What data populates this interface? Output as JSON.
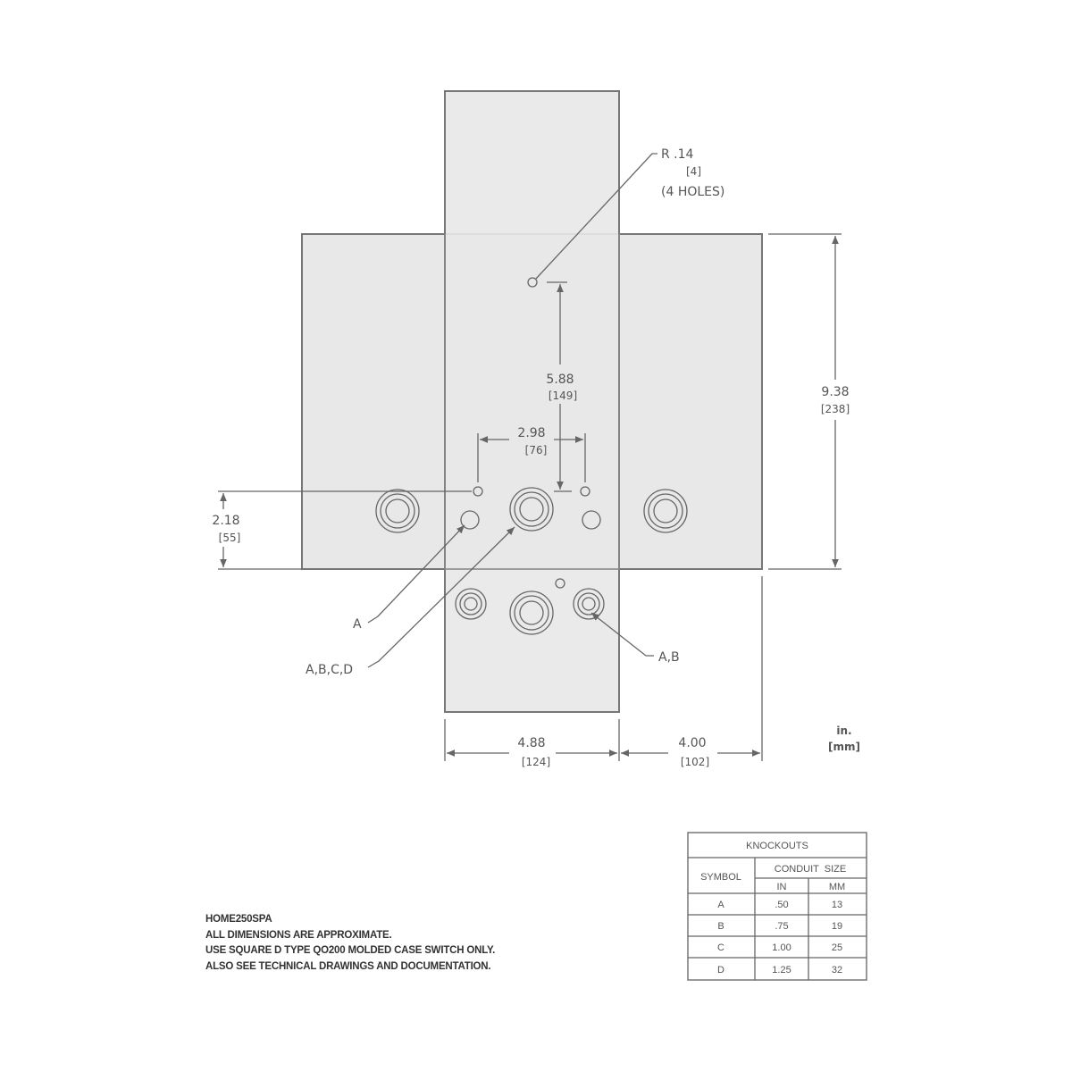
{
  "drawing": {
    "hole_note": {
      "radius": "R .14",
      "radius_mm": "[4]",
      "count": "(4 HOLES)"
    },
    "dims": {
      "height_total": {
        "in": "9.38",
        "mm": "[238]"
      },
      "height_offset": {
        "in": "2.18",
        "mm": "[55]"
      },
      "hole_vertical": {
        "in": "5.88",
        "mm": "[149]"
      },
      "hole_horizontal": {
        "in": "2.98",
        "mm": "[76]"
      },
      "width_center": {
        "in": "4.88",
        "mm": "[124]"
      },
      "width_side": {
        "in": "4.00",
        "mm": "[102]"
      }
    },
    "units": {
      "in": "in.",
      "mm": "[mm]"
    },
    "callouts": {
      "a": "A",
      "abcd": "A,B,C,D",
      "ab": "A,B"
    }
  },
  "knockouts_table": {
    "title": "KNOCKOUTS",
    "symbol_header": "SYMBOL",
    "size_header": "CONDUIT  SIZE",
    "in_header": "IN",
    "mm_header": "MM",
    "rows": [
      {
        "symbol": "A",
        "in": ".50",
        "mm": "13"
      },
      {
        "symbol": "B",
        "in": ".75",
        "mm": "19"
      },
      {
        "symbol": "C",
        "in": "1.00",
        "mm": "25"
      },
      {
        "symbol": "D",
        "in": "1.25",
        "mm": "32"
      }
    ]
  },
  "notes": [
    "HOME250SPA",
    "ALL DIMENSIONS ARE APPROXIMATE.",
    "USE SQUARE D TYPE QO200 MOLDED CASE SWITCH ONLY.",
    "ALSO SEE TECHNICAL DRAWINGS AND DOCUMENTATION."
  ]
}
